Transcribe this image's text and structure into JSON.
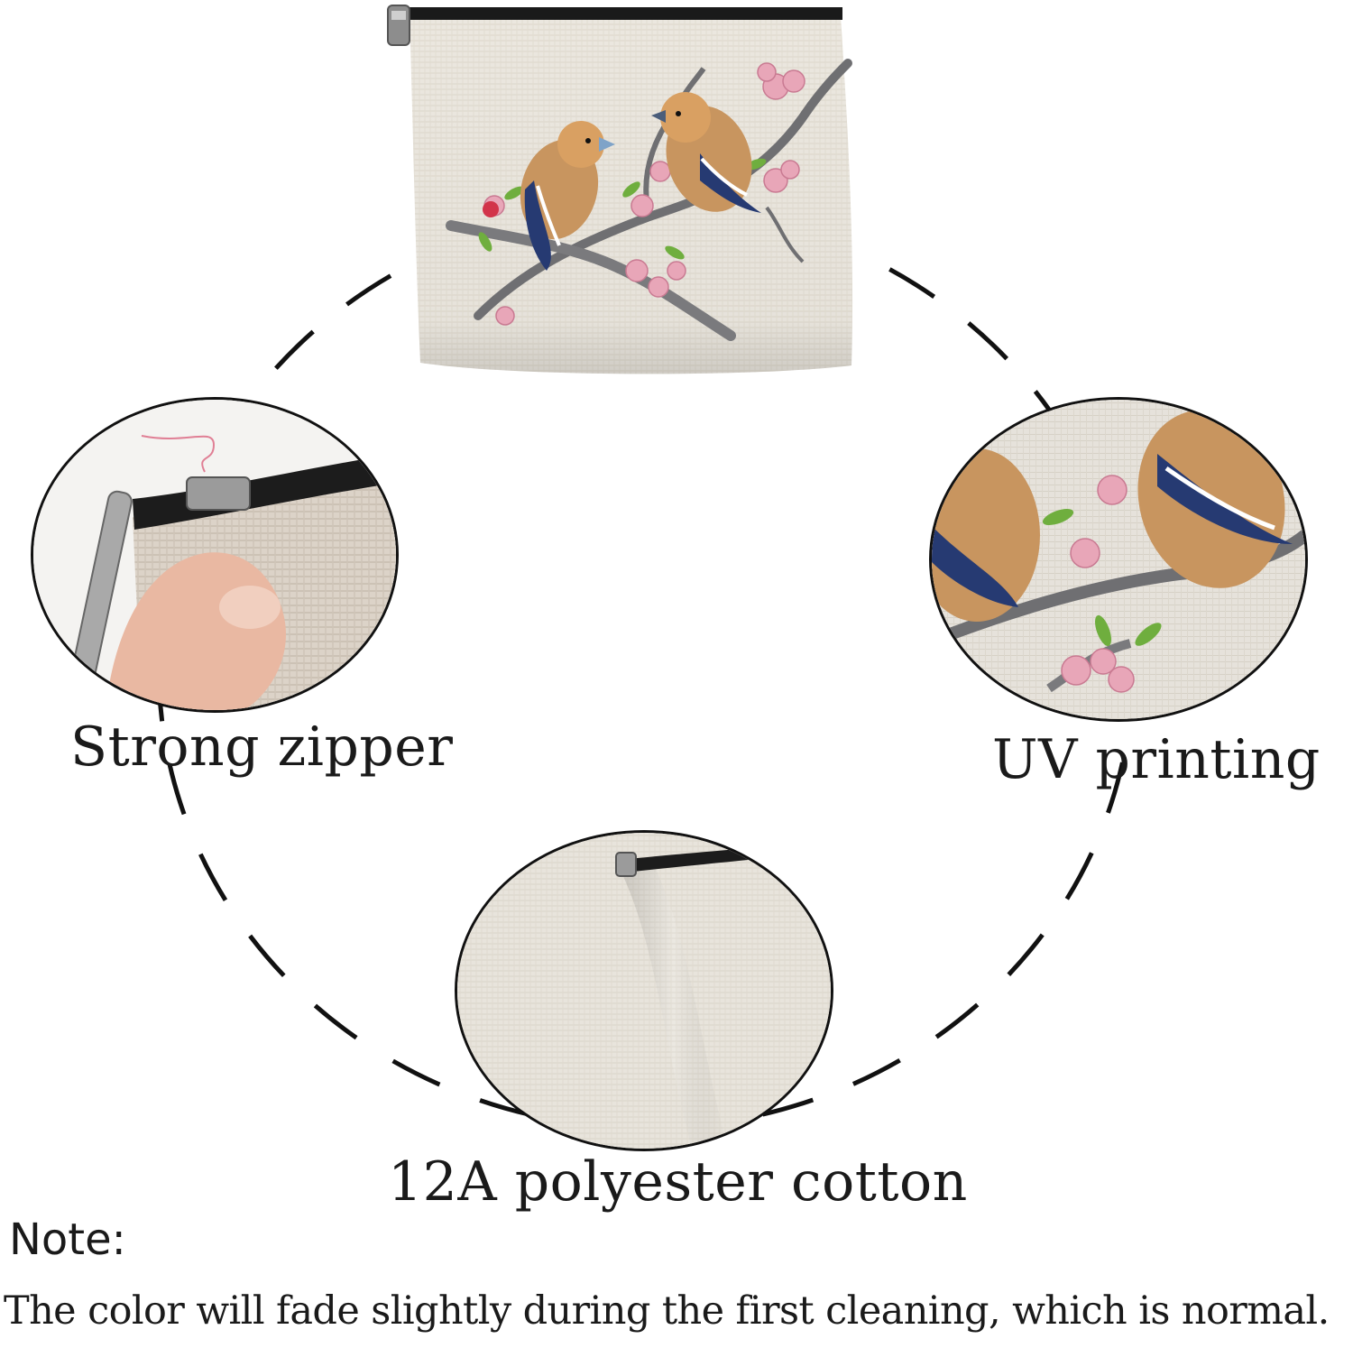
{
  "product": {
    "icon": "bird-pouch-icon",
    "colors": {
      "linen": "#e9e5dc",
      "zipper": "#1a1a1a",
      "blossom": "#e8a6b8",
      "bird_wing": "#263a72",
      "bird_body": "#c8955f"
    }
  },
  "features": [
    {
      "label": "Strong zipper",
      "icon": "zipper-pull-icon"
    },
    {
      "label": "UV printing",
      "icon": "bird-print-icon"
    },
    {
      "label": "12A polyester cotton",
      "icon": "fabric-texture-icon"
    }
  ],
  "note": {
    "heading": "Note:",
    "text": "The color will fade slightly during the first cleaning, which is normal."
  }
}
